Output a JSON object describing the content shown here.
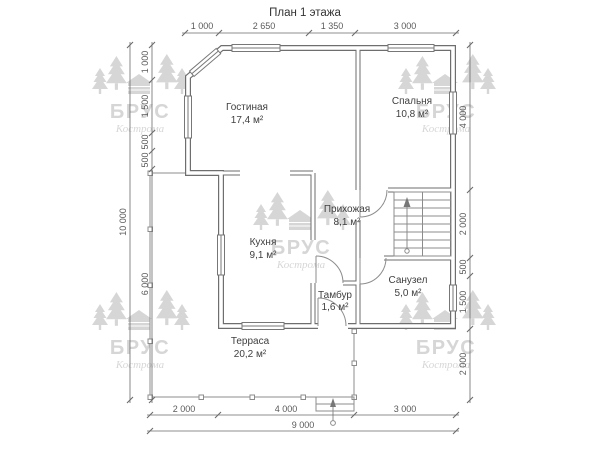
{
  "title": "План 1 этажа",
  "watermark": {
    "brand": "БРУС",
    "city": "Кострома"
  },
  "rooms": {
    "living": {
      "name": "Гостиная",
      "area": "17,4 м²"
    },
    "bedroom": {
      "name": "Спальня",
      "area": "10,8 м²"
    },
    "hallway": {
      "name": "Прихожая",
      "area": "8,1 м²"
    },
    "kitchen": {
      "name": "Кухня",
      "area": "9,1 м²"
    },
    "bathroom": {
      "name": "Санузел",
      "area": "5,0 м²"
    },
    "vestibule": {
      "name": "Тамбур",
      "area": "1,6 м²"
    },
    "terrace": {
      "name": "Терраса",
      "area": "20,2 м²"
    }
  },
  "dimensions": {
    "top": [
      "1 000",
      "2 650",
      "1 350",
      "3 000"
    ],
    "left_inner": [
      "1 000",
      "1 500",
      "500",
      "500",
      "6 000"
    ],
    "left_total": "10 000",
    "right": [
      "4 000",
      "2 000",
      "500",
      "1 500",
      "2 000"
    ],
    "bottom": [
      "2 000",
      "4 000",
      "3 000"
    ],
    "bottom_total": "9 000"
  },
  "colors": {
    "wall": "#6e6e6e",
    "watermark": "#c9c9c9",
    "dim_text": "#5a5a5a"
  }
}
